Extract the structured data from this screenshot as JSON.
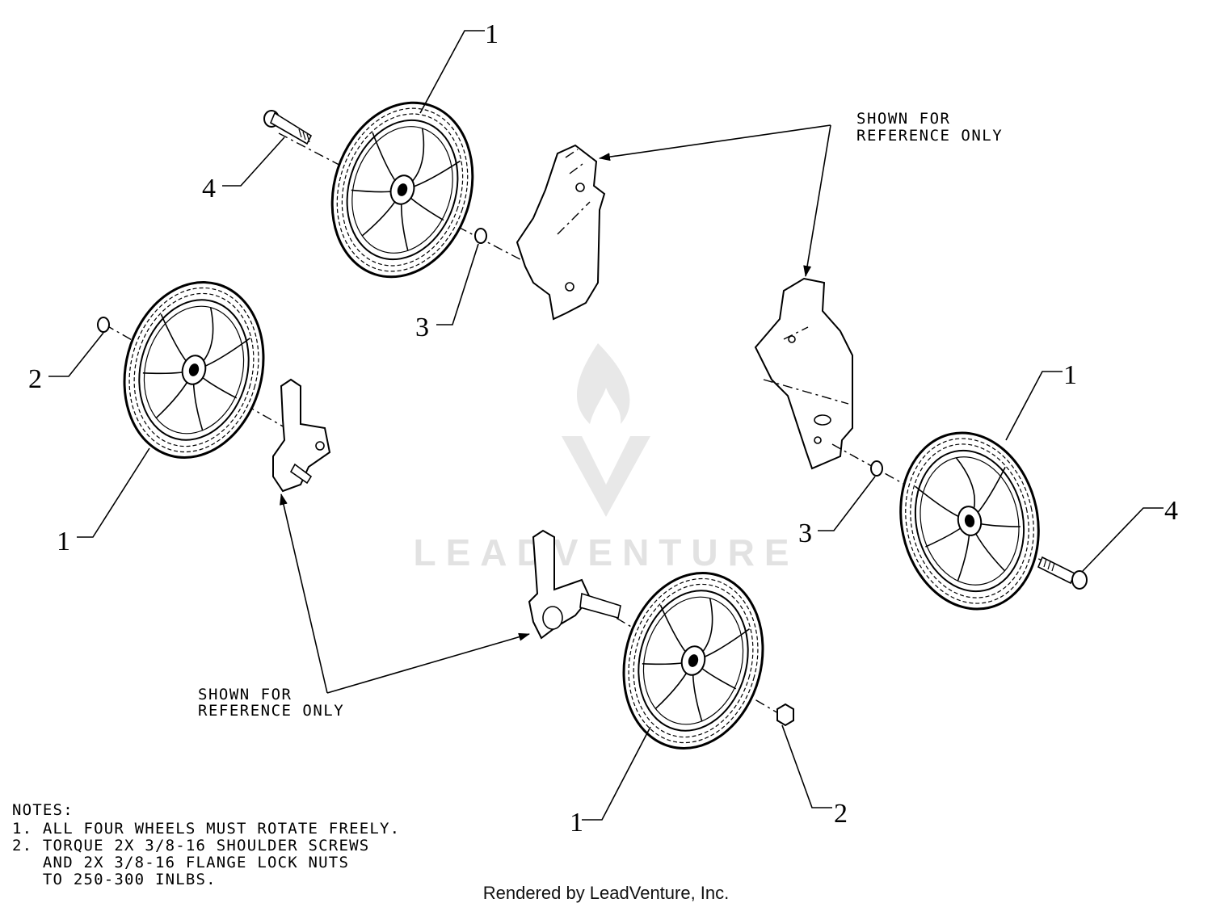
{
  "callouts": [
    {
      "id": "c1-top",
      "text": "1"
    },
    {
      "id": "c4-top",
      "text": "4"
    },
    {
      "id": "c3-top",
      "text": "3"
    },
    {
      "id": "c2-left",
      "text": "2"
    },
    {
      "id": "c1-left",
      "text": "1"
    },
    {
      "id": "c1-right",
      "text": "1"
    },
    {
      "id": "c3-right",
      "text": "3"
    },
    {
      "id": "c4-right",
      "text": "4"
    },
    {
      "id": "c1-bottom",
      "text": "1"
    },
    {
      "id": "c2-bottom",
      "text": "2"
    }
  ],
  "reference_labels": {
    "top_right": [
      "SHOWN FOR",
      "REFERENCE ONLY"
    ],
    "bottom_left": [
      "SHOWN FOR",
      "REFERENCE ONLY"
    ]
  },
  "notes": {
    "heading": "NOTES:",
    "lines": [
      "1. ALL FOUR WHEELS MUST ROTATE FREELY.",
      "2. TORQUE 2X 3/8-16 SHOULDER SCREWS",
      "   AND 2X 3/8-16 FLANGE LOCK NUTS",
      "   TO 250-300 INLBS."
    ]
  },
  "footer": "Rendered by LeadVenture, Inc.",
  "watermark": "LEADVENTURE"
}
